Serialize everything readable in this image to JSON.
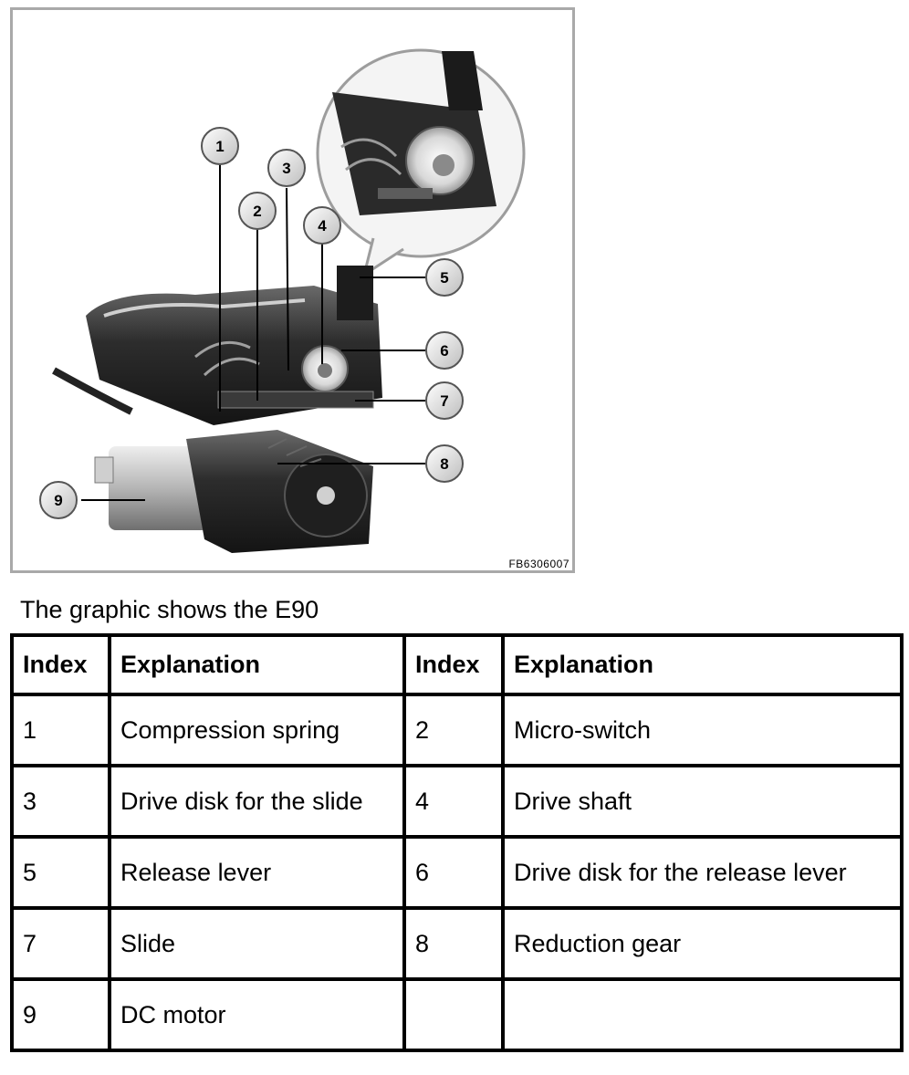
{
  "figure": {
    "code": "FB6306007",
    "callouts": [
      "1",
      "2",
      "3",
      "4",
      "5",
      "6",
      "7",
      "8",
      "9"
    ]
  },
  "caption": "The graphic shows the E90",
  "legend": {
    "headers": [
      "Index",
      "Explanation",
      "Index",
      "Explanation"
    ],
    "rows": [
      [
        "1",
        "Compression spring",
        "2",
        "Micro-switch"
      ],
      [
        "3",
        "Drive disk for the slide",
        "4",
        "Drive shaft"
      ],
      [
        "5",
        "Release lever",
        "6",
        "Drive disk for the release lever"
      ],
      [
        "7",
        "Slide",
        "8",
        "Reduction gear"
      ],
      [
        "9",
        "DC motor",
        "",
        ""
      ]
    ]
  }
}
